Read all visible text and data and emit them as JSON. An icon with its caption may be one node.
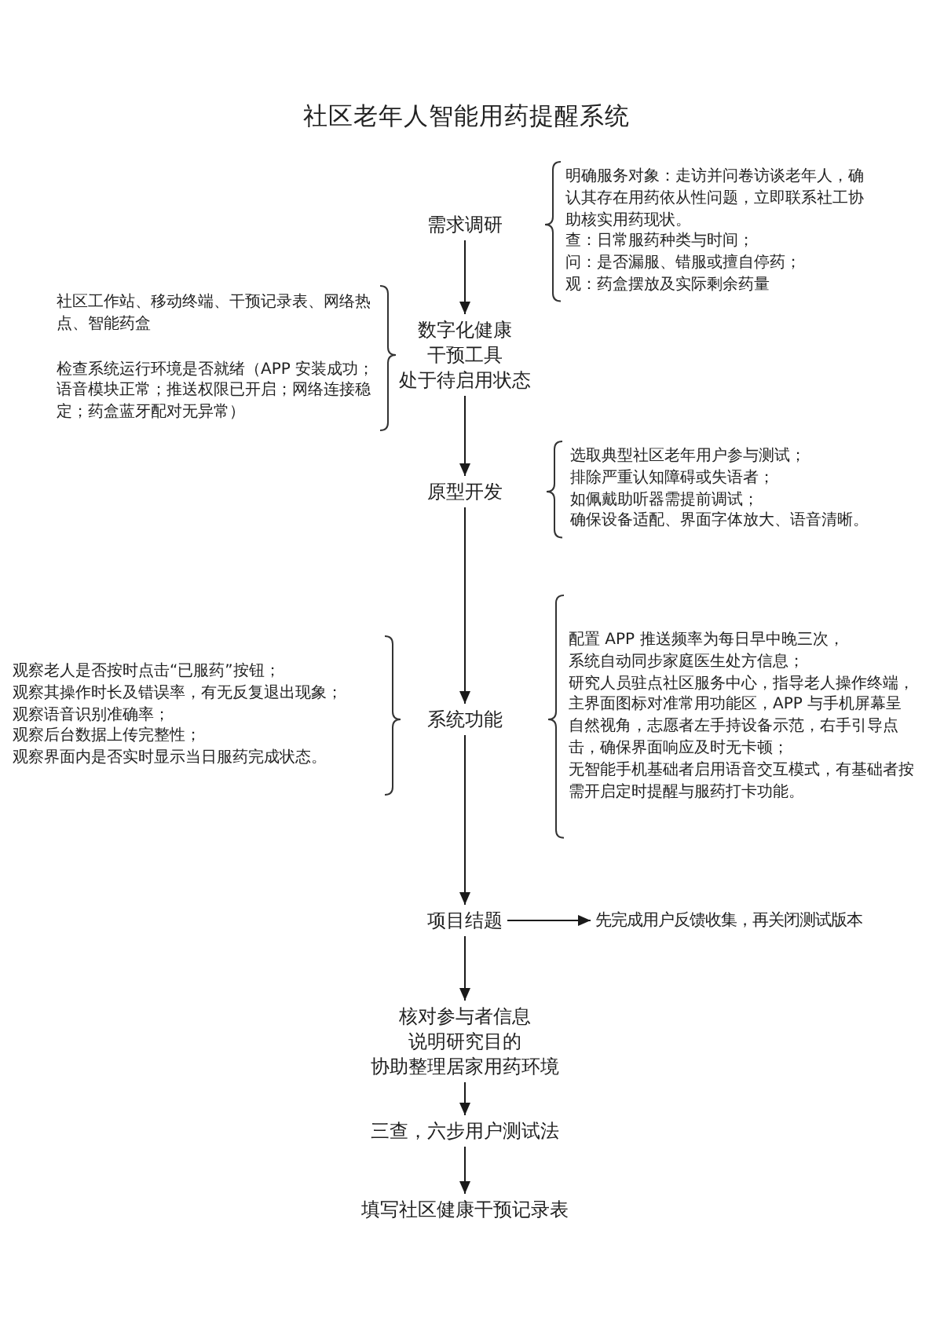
{
  "diagram": {
    "title": "社区老年人智能用药提醒系统",
    "nodes": [
      {
        "text": [
          "需求调研"
        ],
        "beside": [
          "明确服务对象：走访并问卷访谈老年人，确认其存在用药依从性问题，立即联系社工协助核实用药现状。",
          "查：日常服药种类与时间；",
          "问：是否漏服、错服或擅自停药；",
          "观：药盒摆放及实际剩余药量"
        ]
      },
      {
        "text": [
          "数字化健康",
          "干预工具",
          "处于待启用状态"
        ],
        "beside": [
          "社区工作站、移动终端、干预记录表、网络热点、智能药盒",
          "检查系统运行环境是否就绪（APP 安装成功；语音模块正常；推送权限已开启；网络连接稳定；药盒蓝牙配对无异常）"
        ]
      },
      {
        "text": [
          "原型开发"
        ],
        "beside": [
          "选取典型社区老年用户参与测试；",
          "排除严重认知障碍或失语者；",
          "如佩戴助听器需提前调试；",
          "确保设备适配、界面字体放大、语音清晰。"
        ]
      },
      {
        "text": [
          "系统功能"
        ],
        "beside": [
          "观察老人是否按时点击“已服药”按钮；",
          "观察其操作时长及错误率，有无反复退出现象；",
          "观察语音识别准确率；",
          "观察后台数据上传完整性；",
          "观察界面内是否实时显示当日服药完成状态。",
          "配置 APP 推送频率为每日早中晚三次，",
          "系统自动同步家庭医生处方信息；",
          "研究人员驻点社区服务中心，指导老人操作终端，主界面图标对准常用功能区，APP 与手机屏幕呈自然视角，志愿者左手持设备示范，右手引导点击，确保界面响应及时无卡顿；",
          "无智能手机基础者启用语音交互模式，有基础者按需开启定时提醒与服药打卡功能。"
        ]
      },
      {
        "text": [
          "项目结题"
        ]
      },
      {
        "text": [
          "先完成用户反馈收集，再关闭测试版本"
        ]
      },
      {
        "text": [
          "核对参与者信息",
          "说明研究目的",
          "协助整理居家用药环境"
        ]
      },
      {
        "text": [
          "三查，六步用户测试法"
        ]
      },
      {
        "text": [
          "填写社区健康干预记录表"
        ]
      }
    ],
    "edges": [
      {
        "from": 0,
        "to": 1,
        "arrow": "to"
      },
      {
        "from": 1,
        "to": 2,
        "arrow": "to"
      },
      {
        "from": 2,
        "to": 3,
        "arrow": "to"
      },
      {
        "from": 3,
        "to": 4,
        "arrow": "to"
      },
      {
        "from": 4,
        "to": 5,
        "arrow": "to"
      },
      {
        "from": 4,
        "to": 6,
        "arrow": "to"
      },
      {
        "from": 6,
        "to": 7,
        "arrow": "to"
      },
      {
        "from": 7,
        "to": 8,
        "arrow": "to"
      }
    ]
  }
}
